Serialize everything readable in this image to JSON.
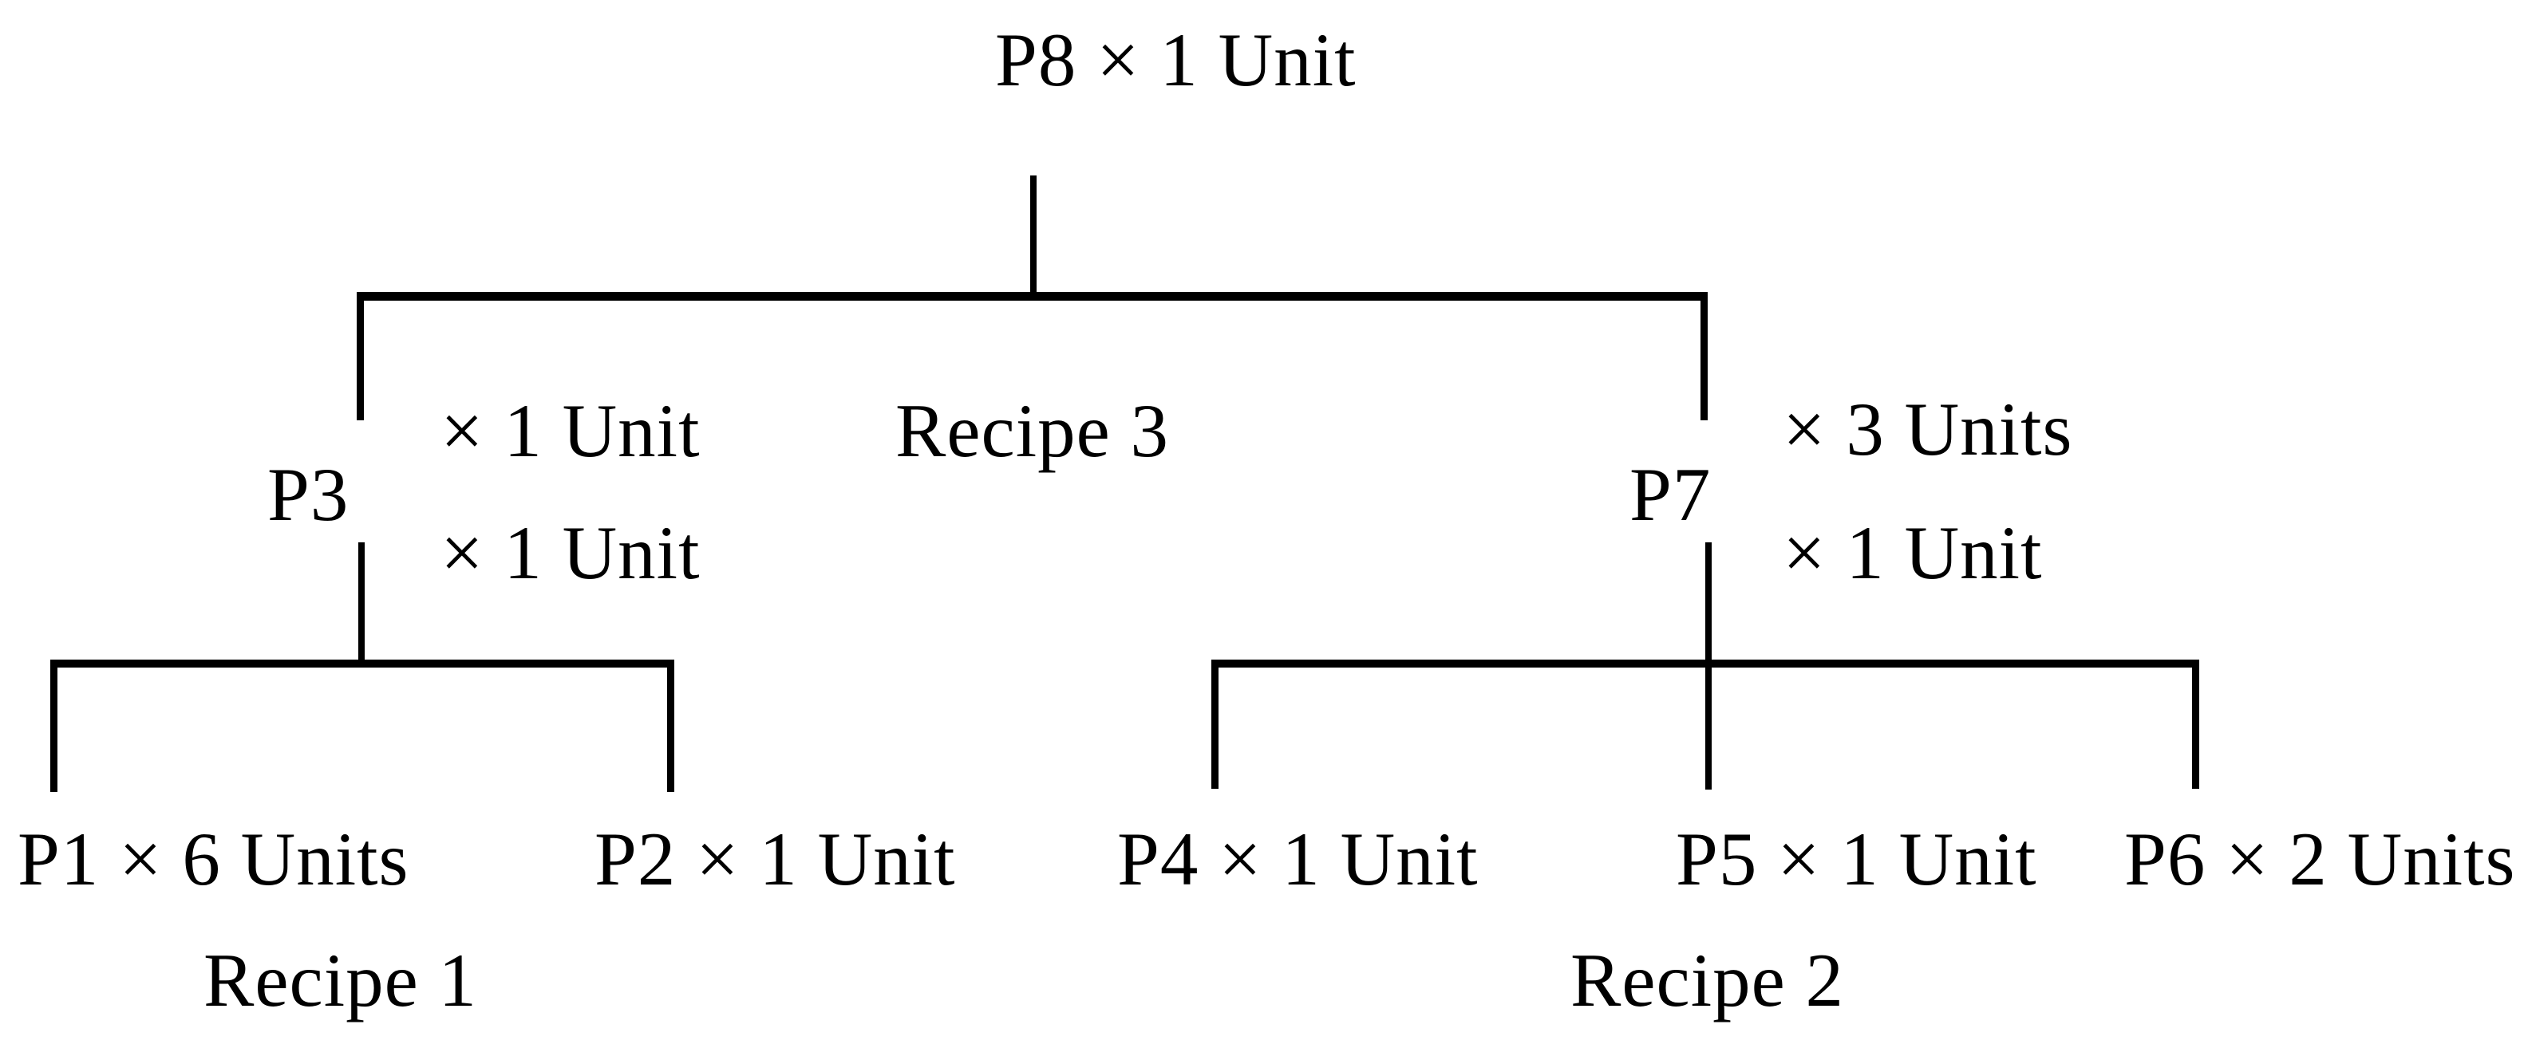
{
  "diagram": {
    "root": {
      "label": "P8 × 1 Unit"
    },
    "branches": {
      "left": {
        "name": "P3",
        "output_qty": "× 1 Unit",
        "input_qty": "× 1 Unit"
      },
      "right": {
        "name": "P7",
        "output_qty": "× 3 Units",
        "input_qty": "× 1 Unit"
      }
    },
    "recipes": {
      "recipe3": {
        "label": "Recipe 3",
        "produces": "P8",
        "consumes": [
          "P3",
          "P7"
        ]
      },
      "recipe1": {
        "label": "Recipe 1",
        "produces": "P3",
        "components": [
          {
            "label": "P1 × 6 Units"
          },
          {
            "label": "P2 × 1 Unit"
          }
        ]
      },
      "recipe2": {
        "label": "Recipe 2",
        "produces": "P7",
        "components": [
          {
            "label": "P4 × 1 Unit"
          },
          {
            "label": "P5 × 1 Unit"
          },
          {
            "label": "P6 × 2 Units"
          }
        ]
      }
    },
    "colors": {
      "line": "#000000",
      "text": "#000000",
      "background": "#ffffff"
    }
  }
}
